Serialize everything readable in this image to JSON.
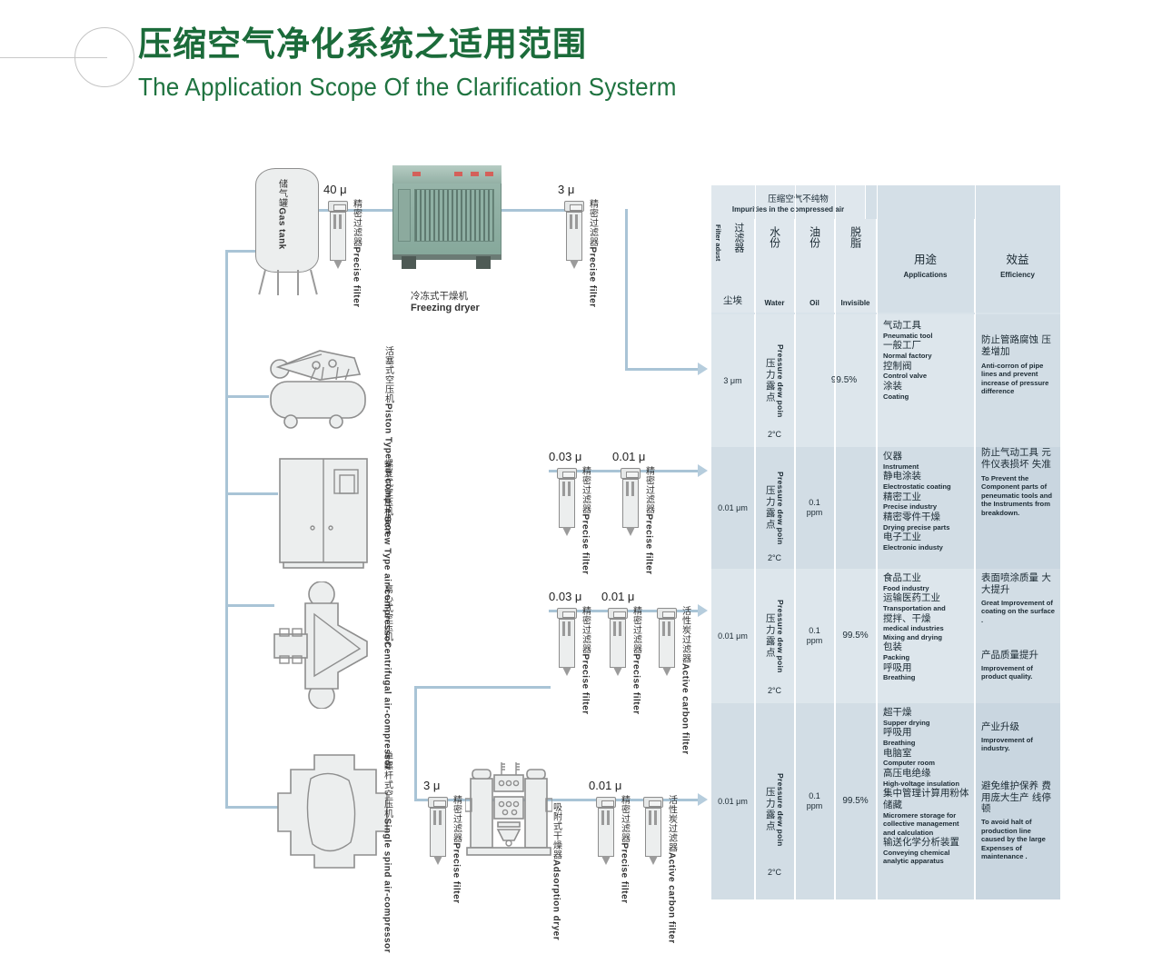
{
  "header": {
    "title_cn": "压缩空气净化系统之适用范围",
    "title_en": "The Application Scope Of the Clarification Systerm",
    "accent_color": "#1b6b3a"
  },
  "diagram": {
    "gas_tank": {
      "cn": "储气罐",
      "en": "Gas tank"
    },
    "freezing_dryer": {
      "cn": "冷冻式干燥机",
      "en": "Freezing dryer"
    },
    "adsorption_dryer": {
      "cn": "吸附式干燥器",
      "en": "Adsorption dryer"
    },
    "precise_filter": {
      "cn": "精密过滤器",
      "en": "Precise filter"
    },
    "active_carbon_filter": {
      "cn": "活性炭过滤器",
      "en": "Active carbon filter"
    },
    "compressors": [
      {
        "cn": "活塞式空压机",
        "en": "Piston Type air-compressor"
      },
      {
        "cn": "螺复式空压机",
        "en": "Screw Type air-compressor"
      },
      {
        "cn": "离心式空压机",
        "en": "Centrifugal air-compressor"
      },
      {
        "cn": "单螺杆式空压机",
        "en": "Single spind air-compressor"
      }
    ],
    "micron_labels": {
      "tank_filter": "40 μ",
      "after_dryer": "3 μ",
      "row2_a": "0.03 μ",
      "row2_b": "0.01 μ",
      "row3_a": "0.03 μ",
      "row3_b": "0.01 μ",
      "row4_a": "3 μ",
      "row4_b": "0.01 μ"
    },
    "pipe_color": "#a9c4d6"
  },
  "table": {
    "impurities_header": {
      "cn": "压缩空气不纯物",
      "en": "Impurities in the compressed air"
    },
    "columns": [
      {
        "cn": "过滤器",
        "en": "Filter adust",
        "sub_cn": "尘埃",
        "sub_en": ""
      },
      {
        "cn": "水份",
        "en": "Water"
      },
      {
        "cn": "油份",
        "en": "Oil"
      },
      {
        "cn": "脱脂",
        "en": "Invisible"
      },
      {
        "cn": "用途",
        "en": "Applications"
      },
      {
        "cn": "效益",
        "en": "Efficiency"
      }
    ],
    "rows": [
      {
        "filter": "3 μm",
        "water_cn": "压力露点",
        "water_en": "Pressure dew poin",
        "water_val": "2°C",
        "oil": "",
        "insoluble": "99.5%",
        "applications": [
          {
            "cn": "气动工具",
            "en": "Pneumatic tool"
          },
          {
            "cn": "一般工厂",
            "en": "Normal factory"
          },
          {
            "cn": "控制阀",
            "en": "Control valve"
          },
          {
            "cn": "涂装",
            "en": "Coating"
          }
        ],
        "efficiency": [
          {
            "cn": "防止管路腐蚀 压差增加",
            "en": "Anti-corron of pipe lines and prevent increase of pressure difference"
          }
        ]
      },
      {
        "filter": "0.01 μm",
        "water_cn": "压力露点",
        "water_en": "Pressure dew poin",
        "water_val": "2°C",
        "oil": "0.1 ppm",
        "insoluble": "",
        "applications": [
          {
            "cn": "仪器",
            "en": "Instrument"
          },
          {
            "cn": "静电涂装",
            "en": "Electrostatic coating"
          },
          {
            "cn": "精密工业",
            "en": "Precise industry"
          },
          {
            "cn": "精密零件干燥",
            "en": "Drying precise parts"
          },
          {
            "cn": "电子工业",
            "en": "Electronic industy"
          }
        ],
        "efficiency": [
          {
            "cn": "防止气动工具 元件仪表损坏 失准",
            "en": "To Prevent the Component parts of peneumatic tools and the Instruments from breakdown."
          }
        ]
      },
      {
        "filter": "0.01 μm",
        "water_cn": "压力露点",
        "water_en": "Pressure dew poin",
        "water_val": "2°C",
        "oil": "0.1 ppm",
        "insoluble": "99.5%",
        "applications": [
          {
            "cn": "食品工业",
            "en": "Food industry"
          },
          {
            "cn": "运输医药工业",
            "en": "Transportation and"
          },
          {
            "cn": "搅拌、干燥",
            "en": "medical industries"
          },
          {
            "cn": "",
            "en": "Mixing and drying"
          },
          {
            "cn": "包装",
            "en": "Packing"
          },
          {
            "cn": "呼吸用",
            "en": "Breathing"
          }
        ],
        "efficiency": [
          {
            "cn": "表面喷涂质量 大大提升",
            "en": "Great Improvement of coating on the surface ."
          },
          {
            "cn": "产品质量提升",
            "en": "Improvement of product quality."
          }
        ]
      },
      {
        "filter": "0.01 μm",
        "water_cn": "压力露点",
        "water_en": "Pressure dew poin",
        "water_val": "2°C",
        "oil": "0.1 ppm",
        "insoluble": "99.5%",
        "applications": [
          {
            "cn": "超干燥",
            "en": "Supper drying"
          },
          {
            "cn": "呼吸用",
            "en": "Breathing"
          },
          {
            "cn": "电脑室",
            "en": "Computer room"
          },
          {
            "cn": "高压电绝缘",
            "en": "High-voltage insulation"
          },
          {
            "cn": "集中管理计算用粉体储藏",
            "en": "Micromere storage for collective management and calculation"
          },
          {
            "cn": "输送化学分析装置",
            "en": "Conveying chemical analytic apparatus"
          }
        ],
        "efficiency": [
          {
            "cn": "产业升级",
            "en": "Improvement of industry."
          },
          {
            "cn": "避免维护保养 费用庞大生产 线停顿",
            "en": "To avoid halt of production line caused by the large Expenses of maintenance ."
          }
        ]
      }
    ]
  }
}
